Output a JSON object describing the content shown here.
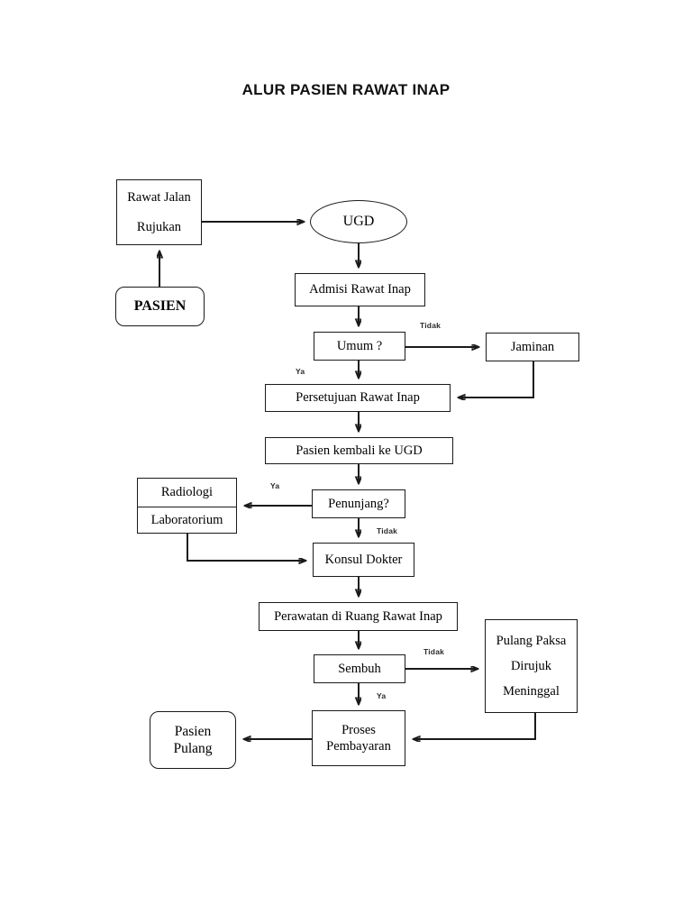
{
  "title": "ALUR PASIEN RAWAT INAP",
  "nodes": {
    "rawat_jalan": {
      "line1": "Rawat Jalan",
      "line2": "Rujukan"
    },
    "pasien": {
      "label": "PASIEN"
    },
    "ugd": {
      "label": "UGD"
    },
    "admisi": {
      "label": "Admisi Rawat Inap"
    },
    "umum": {
      "label": "Umum ?"
    },
    "jaminan": {
      "label": "Jaminan"
    },
    "persetujuan": {
      "label": "Persetujuan Rawat Inap"
    },
    "kembali_ugd": {
      "label": "Pasien kembali ke UGD"
    },
    "penunjang": {
      "label": "Penunjang?"
    },
    "radiologi_lab": {
      "top": "Radiologi",
      "bottom": "Laboratorium"
    },
    "konsul": {
      "label": "Konsul Dokter"
    },
    "perawatan": {
      "label": "Perawatan di Ruang Rawat Inap"
    },
    "sembuh": {
      "label": "Sembuh"
    },
    "pulang_paksa": {
      "line1": "Pulang Paksa",
      "line2": "Dirujuk",
      "line3": "Meninggal"
    },
    "proses_pembayaran": {
      "line1": "Proses",
      "line2": "Pembayaran"
    },
    "pasien_pulang": {
      "line1": "Pasien",
      "line2": "Pulang"
    }
  },
  "edge_labels": {
    "umum_tidak": "Tidak",
    "umum_ya": "Ya",
    "penunjang_ya": "Ya",
    "penunjang_tidak": "Tidak",
    "sembuh_tidak": "Tidak",
    "sembuh_ya": "Ya"
  },
  "colors": {
    "stroke": "#1a1a1a",
    "text": "#000000",
    "background": "#ffffff"
  },
  "chart_data": {
    "type": "diagram",
    "title": "ALUR PASIEN RAWAT INAP",
    "nodes": [
      {
        "id": "pasien",
        "label": "PASIEN",
        "shape": "rounded-rect"
      },
      {
        "id": "rawat_jalan",
        "label": "Rawat Jalan / Rujukan",
        "shape": "rect"
      },
      {
        "id": "ugd",
        "label": "UGD",
        "shape": "ellipse"
      },
      {
        "id": "admisi",
        "label": "Admisi Rawat Inap",
        "shape": "rect"
      },
      {
        "id": "umum",
        "label": "Umum ?",
        "shape": "rect-decision"
      },
      {
        "id": "jaminan",
        "label": "Jaminan",
        "shape": "rect"
      },
      {
        "id": "persetujuan",
        "label": "Persetujuan Rawat Inap",
        "shape": "rect"
      },
      {
        "id": "kembali_ugd",
        "label": "Pasien kembali ke UGD",
        "shape": "rect"
      },
      {
        "id": "penunjang",
        "label": "Penunjang?",
        "shape": "rect-decision"
      },
      {
        "id": "radiologi_lab",
        "label": "Radiologi / Laboratorium",
        "shape": "rect-split"
      },
      {
        "id": "konsul",
        "label": "Konsul Dokter",
        "shape": "rect"
      },
      {
        "id": "perawatan",
        "label": "Perawatan di Ruang Rawat Inap",
        "shape": "rect"
      },
      {
        "id": "sembuh",
        "label": "Sembuh",
        "shape": "rect-decision"
      },
      {
        "id": "pulang_paksa",
        "label": "Pulang Paksa / Dirujuk / Meninggal",
        "shape": "rect"
      },
      {
        "id": "proses_pembayaran",
        "label": "Proses Pembayaran",
        "shape": "rect"
      },
      {
        "id": "pasien_pulang",
        "label": "Pasien Pulang",
        "shape": "rounded-rect"
      }
    ],
    "edges": [
      {
        "from": "pasien",
        "to": "rawat_jalan",
        "label": ""
      },
      {
        "from": "rawat_jalan",
        "to": "ugd",
        "label": ""
      },
      {
        "from": "ugd",
        "to": "admisi",
        "label": ""
      },
      {
        "from": "admisi",
        "to": "umum",
        "label": ""
      },
      {
        "from": "umum",
        "to": "jaminan",
        "label": "Tidak"
      },
      {
        "from": "umum",
        "to": "persetujuan",
        "label": "Ya"
      },
      {
        "from": "jaminan",
        "to": "persetujuan",
        "label": ""
      },
      {
        "from": "persetujuan",
        "to": "kembali_ugd",
        "label": ""
      },
      {
        "from": "kembali_ugd",
        "to": "penunjang",
        "label": ""
      },
      {
        "from": "penunjang",
        "to": "radiologi_lab",
        "label": "Ya"
      },
      {
        "from": "penunjang",
        "to": "konsul",
        "label": "Tidak"
      },
      {
        "from": "radiologi_lab",
        "to": "konsul",
        "label": ""
      },
      {
        "from": "konsul",
        "to": "perawatan",
        "label": ""
      },
      {
        "from": "perawatan",
        "to": "sembuh",
        "label": ""
      },
      {
        "from": "sembuh",
        "to": "pulang_paksa",
        "label": "Tidak"
      },
      {
        "from": "sembuh",
        "to": "proses_pembayaran",
        "label": "Ya"
      },
      {
        "from": "pulang_paksa",
        "to": "proses_pembayaran",
        "label": ""
      },
      {
        "from": "proses_pembayaran",
        "to": "pasien_pulang",
        "label": ""
      }
    ]
  }
}
